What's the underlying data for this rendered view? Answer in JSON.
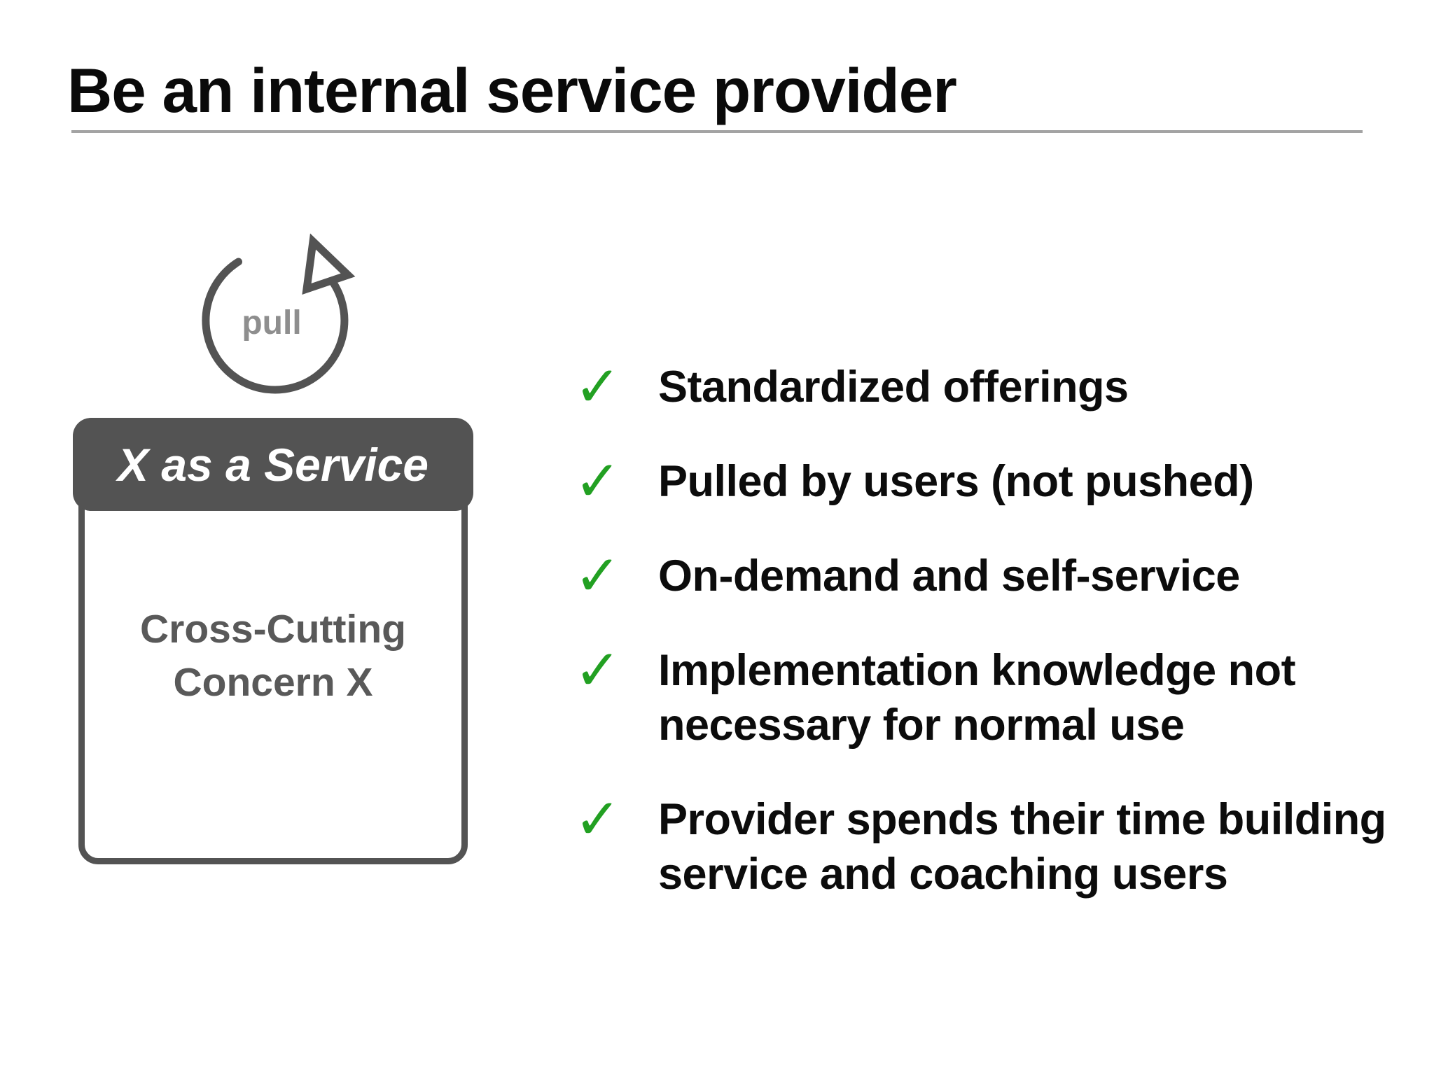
{
  "slide": {
    "title": "Be an internal service provider"
  },
  "diagram": {
    "pull_label": "pull",
    "box_header": "X as a Service",
    "box_body": "Cross-Cutting\nConcern X"
  },
  "checklist": {
    "check_glyph": "✓",
    "items": [
      "Standardized offerings",
      "Pulled by users (not pushed)",
      "On-demand and self-service",
      "Implementation knowledge not\nnecessary for normal use",
      "Provider spends their time building\nservice and coaching users"
    ]
  },
  "colors": {
    "check_green": "#22a022",
    "dark_gray": "#535353",
    "pull_gray": "#8e8e8e",
    "box_body_text_gray": "#595959",
    "rule_gray": "#a3a3a3",
    "title_black": "#0a0a0a"
  }
}
